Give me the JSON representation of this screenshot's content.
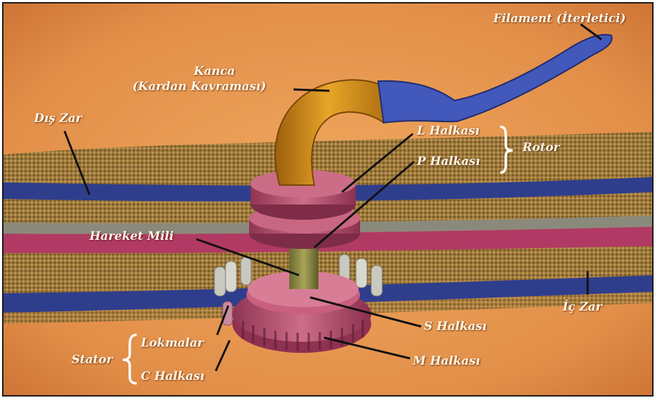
{
  "labels": {
    "filament": "Filament (İterletici)",
    "hook_line1": "Kanca",
    "hook_line2": "(Kardan Kavraması)",
    "outer_membrane": "Dış Zar",
    "l_ring": "L Halkası",
    "p_ring": "P Halkası",
    "rotor": "Rotor",
    "drive_shaft": "Hareket Mili",
    "inner_membrane": "İç Zar",
    "s_ring": "S Halkası",
    "m_ring": "M Halkası",
    "stator": "Stator",
    "studs": "Lokmalar",
    "c_ring": "C Halkası"
  },
  "colors": {
    "background": "#e69a52",
    "membrane_dots": "#9a7a3a",
    "membrane_blue": "#2f3e8c",
    "membrane_pink": "#b03a63",
    "membrane_gray": "#8a8a7c",
    "hook": "#d8961c",
    "filament": "#3f55b8",
    "rings": "#b4506e",
    "stator_studs": "#c9c9c0",
    "text": "#fff6e6"
  }
}
